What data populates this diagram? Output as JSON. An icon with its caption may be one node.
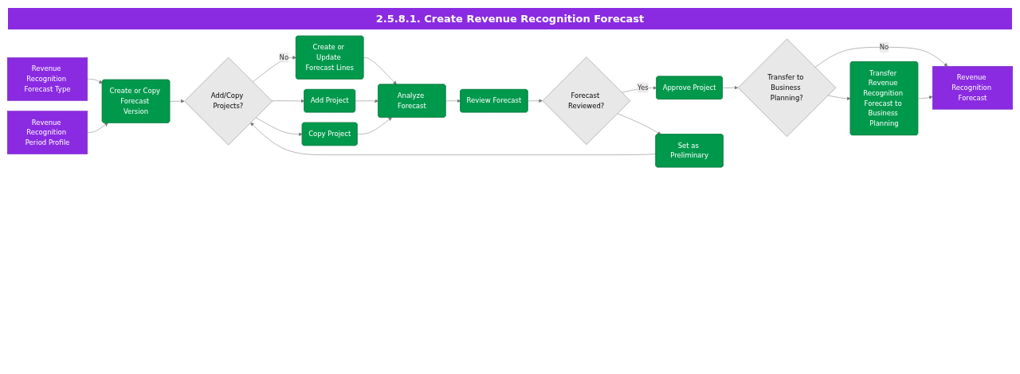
{
  "diagram": {
    "title": "2.5.8.1. Create Revenue Recognition Forecast",
    "nodes": [
      {
        "text": [
          "Revenue Recognition Forecast Type"
        ]
      },
      {
        "text": [
          "Revenue Recognition Period Profile"
        ]
      },
      {
        "text": [
          "Create or Copy Forecast Version"
        ]
      },
      {
        "text": [
          "Add/Copy Projects?"
        ]
      },
      {
        "text": [
          "Create or Update Forecast Lines"
        ]
      },
      {
        "text": [
          "Add Project"
        ]
      },
      {
        "text": [
          "Copy Project"
        ]
      },
      {
        "text": [
          "Analyze Forecast"
        ]
      },
      {
        "text": [
          "Review Forecast"
        ]
      },
      {
        "text": [
          "Forecast Reviewed?"
        ]
      },
      {
        "text": [
          "Approve Project"
        ]
      },
      {
        "text": [
          "Transfer to Business Planning?"
        ]
      },
      {
        "text": [
          "Transfer Revenue Recognition Forecast to Business Planning"
        ]
      },
      {
        "text": [
          "Revenue Recognition Forecast"
        ]
      },
      {
        "text": [
          "Set as Preliminary"
        ]
      }
    ],
    "edges": [
      {
        "from": 0,
        "to": 2,
        "arrow": "to"
      },
      {
        "from": 1,
        "to": 2,
        "arrow": "to"
      },
      {
        "from": 2,
        "to": 3,
        "arrow": "to"
      },
      {
        "from": 3,
        "to": 4,
        "label": "No",
        "arrow": "to"
      },
      {
        "from": 3,
        "to": 5,
        "arrow": "to"
      },
      {
        "from": 3,
        "to": 6,
        "arrow": "to"
      },
      {
        "from": 4,
        "to": 7,
        "arrow": "to"
      },
      {
        "from": 5,
        "to": 7,
        "arrow": "to"
      },
      {
        "from": 6,
        "to": 7,
        "arrow": "to"
      },
      {
        "from": 7,
        "to": 8,
        "arrow": "to"
      },
      {
        "from": 8,
        "to": 9,
        "arrow": "to"
      },
      {
        "from": 9,
        "to": 10,
        "label": "Yes",
        "arrow": "to"
      },
      {
        "from": 9,
        "to": 14,
        "arrow": "to"
      },
      {
        "from": 14,
        "to": 3,
        "arrow": "to"
      },
      {
        "from": 10,
        "to": 11,
        "arrow": "to"
      },
      {
        "from": 11,
        "to": 13,
        "label": "No",
        "arrow": "to"
      },
      {
        "from": 11,
        "to": 12,
        "arrow": "to"
      },
      {
        "from": 12,
        "to": 13,
        "arrow": "to"
      }
    ]
  }
}
